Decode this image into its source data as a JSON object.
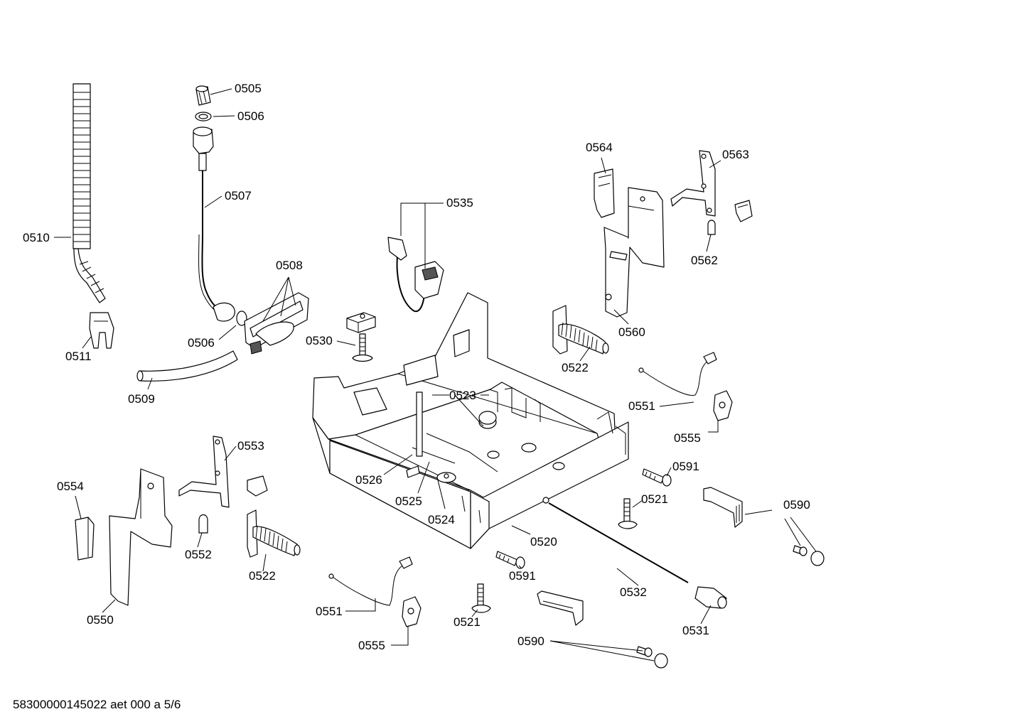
{
  "footer": {
    "code": "58300000145022 aet 000 a 5/6"
  },
  "labels": {
    "l0505": "0505",
    "l0506a": "0506",
    "l0507": "0507",
    "l0510": "0510",
    "l0508": "0508",
    "l0506b": "0506",
    "l0511": "0511",
    "l0509": "0509",
    "l0530": "0530",
    "l0535": "0535",
    "l0564": "0564",
    "l0563": "0563",
    "l0562": "0562",
    "l0560": "0560",
    "l0522a": "0522",
    "l0523": "0523",
    "l0551a": "0551",
    "l0555a": "0555",
    "l0553": "0553",
    "l0554": "0554",
    "l0526": "0526",
    "l0525": "0525",
    "l0524": "0524",
    "l0591a": "0591",
    "l0521a": "0521",
    "l0590a": "0590",
    "l0552": "0552",
    "l0522b": "0522",
    "l0520": "0520",
    "l0591b": "0591",
    "l0532": "0532",
    "l0550": "0550",
    "l0551b": "0551",
    "l0521b": "0521",
    "l0590b": "0590",
    "l0531": "0531",
    "l0555b": "0555"
  }
}
